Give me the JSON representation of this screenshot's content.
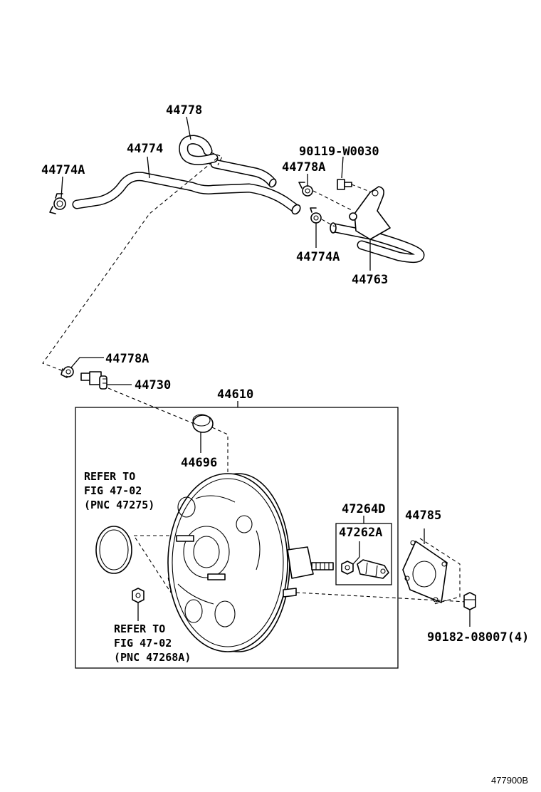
{
  "labels": {
    "l44778": "44778",
    "l44774": "44774",
    "l44774A_1": "44774A",
    "l90119": "90119-W0030",
    "l44778A_1": "44778A",
    "l44774A_2": "44774A",
    "l44763": "44763",
    "l44778A_2": "44778A",
    "l44730": "44730",
    "l44610": "44610",
    "l44696": "44696",
    "l47264D": "47264D",
    "l47262A": "47262A",
    "l44785": "44785",
    "l90182": "90182-08007(4)"
  },
  "notes": {
    "refer1_line1": "REFER TO",
    "refer1_line2": "FIG 47-02",
    "refer1_line3": "(PNC 47275)",
    "refer2_line1": "REFER TO",
    "refer2_line2": "FIG 47-02",
    "refer2_line3": "(PNC 47268A)"
  },
  "diagram_code": "477900B"
}
